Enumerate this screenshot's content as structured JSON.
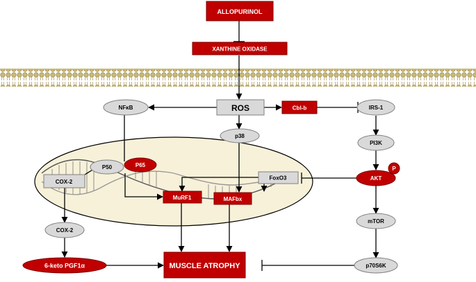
{
  "colors": {
    "red": "#c00000",
    "red_dark": "#7a0000",
    "gray_fill": "#d9d9d9",
    "gray_stroke": "#7f7f7f",
    "nucleus_fill": "#f7f1d9",
    "membrane": "#b6a36a",
    "line": "#000000"
  },
  "nodes": {
    "allopurinol": "ALLOPURINOL",
    "xanthine_oxidase": "XANTHINE OXIDASE",
    "ros": "ROS",
    "cbl_b": "Cbl-b",
    "irs1": "IRS-1",
    "nfkb": "NFκB",
    "p38": "p38",
    "pi3k": "PI3K",
    "p50": "P50",
    "p65": "P65",
    "cox2_box": "COX-2",
    "foxo3": "FoxO3",
    "akt": "AKT",
    "akt_p": "P",
    "murf1": "MuRF1",
    "mafbx": "MAFbx",
    "cox2_ellipse": "COX-2",
    "mtor": "mTOR",
    "keto": "6-keto PGF1α",
    "muscle_atrophy": "MUSCLE ATROPHY",
    "p70s6k": "p70S6K"
  }
}
